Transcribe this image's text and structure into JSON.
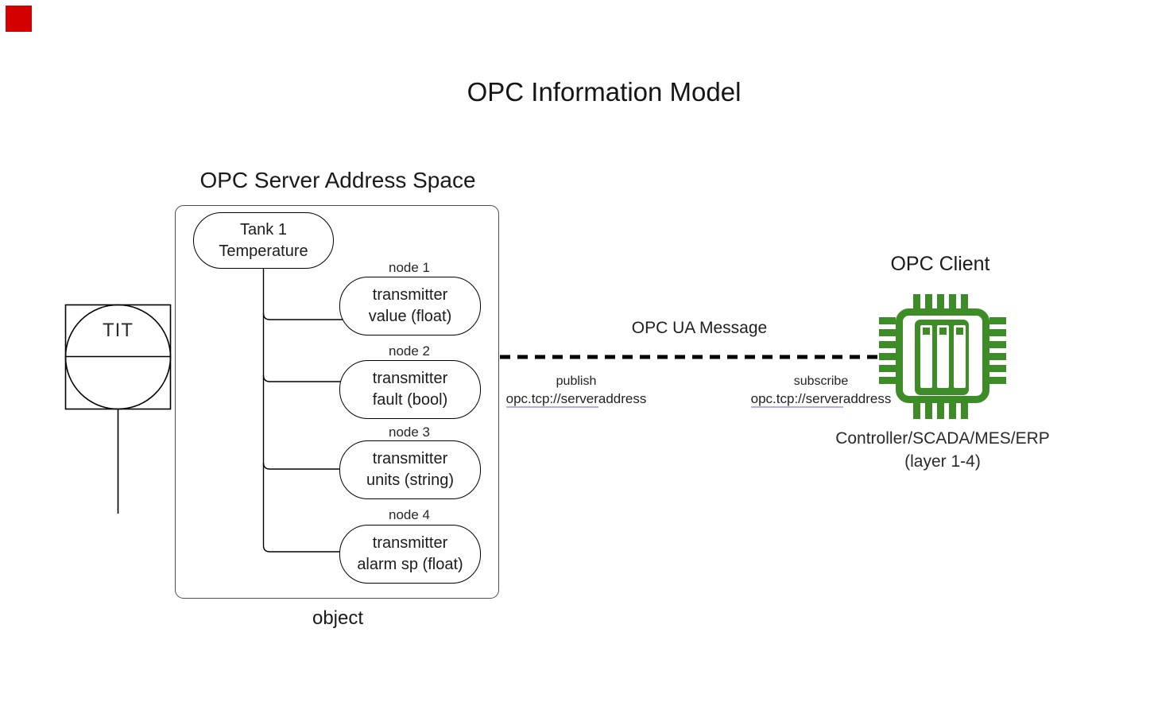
{
  "title": "OPC Information Model",
  "colors": {
    "chip_green": "#3e8c28",
    "link_underline": "#a9b0ea",
    "indicator_red": "#d40000",
    "line_black": "#000000"
  },
  "server_space": {
    "heading": "OPC Server Address Space",
    "object_label": "object",
    "tank": {
      "lines": [
        "Tank 1",
        "Temperature"
      ]
    },
    "nodes": [
      {
        "tag": "node 1",
        "lines": [
          "transmitter",
          "value (float)"
        ]
      },
      {
        "tag": "node 2",
        "lines": [
          "transmitter",
          "fault (bool)"
        ]
      },
      {
        "tag": "node 3",
        "lines": [
          "transmitter",
          "units (string)"
        ]
      },
      {
        "tag": "node 4",
        "lines": [
          "transmitter",
          "alarm sp (float)"
        ]
      }
    ]
  },
  "instrument": {
    "label": "TIT"
  },
  "message": {
    "title": "OPC UA Message",
    "publish": {
      "caption": "publish",
      "url_link": "opc.tcp://server",
      "url_rest": "address"
    },
    "subscribe": {
      "caption": "subscribe",
      "url_link": "opc.tcp://server",
      "url_rest": "address"
    }
  },
  "client": {
    "heading": "OPC Client",
    "caption_line1": "Controller/SCADA/MES/ERP",
    "caption_line2": "(layer 1-4)"
  }
}
